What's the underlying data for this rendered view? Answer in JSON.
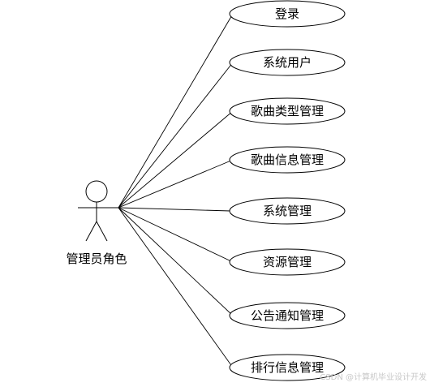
{
  "actor": {
    "label": "管理员角色"
  },
  "use_cases": [
    {
      "label": "登录"
    },
    {
      "label": "系统用户"
    },
    {
      "label": "歌曲类型管理"
    },
    {
      "label": "歌曲信息管理"
    },
    {
      "label": "系统管理"
    },
    {
      "label": "资源管理"
    },
    {
      "label": "公告通知管理"
    },
    {
      "label": "排行信息管理"
    }
  ],
  "watermark": "CSDN @计算机毕业设计开发",
  "colors": {
    "line": "#000000",
    "background": "#ffffff"
  }
}
